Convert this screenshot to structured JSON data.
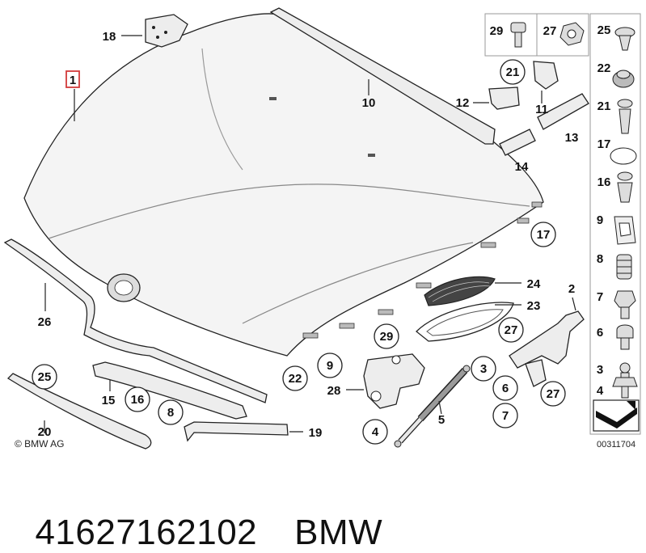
{
  "diagram": {
    "copyright": "© BMW AG",
    "image_code": "00311704",
    "hood_part_label": "1",
    "labels": [
      "2",
      "3",
      "4",
      "5",
      "6",
      "7",
      "8",
      "9",
      "10",
      "11",
      "12",
      "13",
      "14",
      "15",
      "16",
      "17",
      "18",
      "19",
      "20",
      "21",
      "22",
      "23",
      "24",
      "25",
      "26",
      "27",
      "28",
      "29"
    ],
    "side_panel_items": [
      "29",
      "27",
      "25",
      "22",
      "21",
      "17",
      "16",
      "9",
      "8",
      "7",
      "6",
      "3",
      "4"
    ]
  },
  "footer": {
    "part_number": "41627162102",
    "brand": "BMW"
  }
}
